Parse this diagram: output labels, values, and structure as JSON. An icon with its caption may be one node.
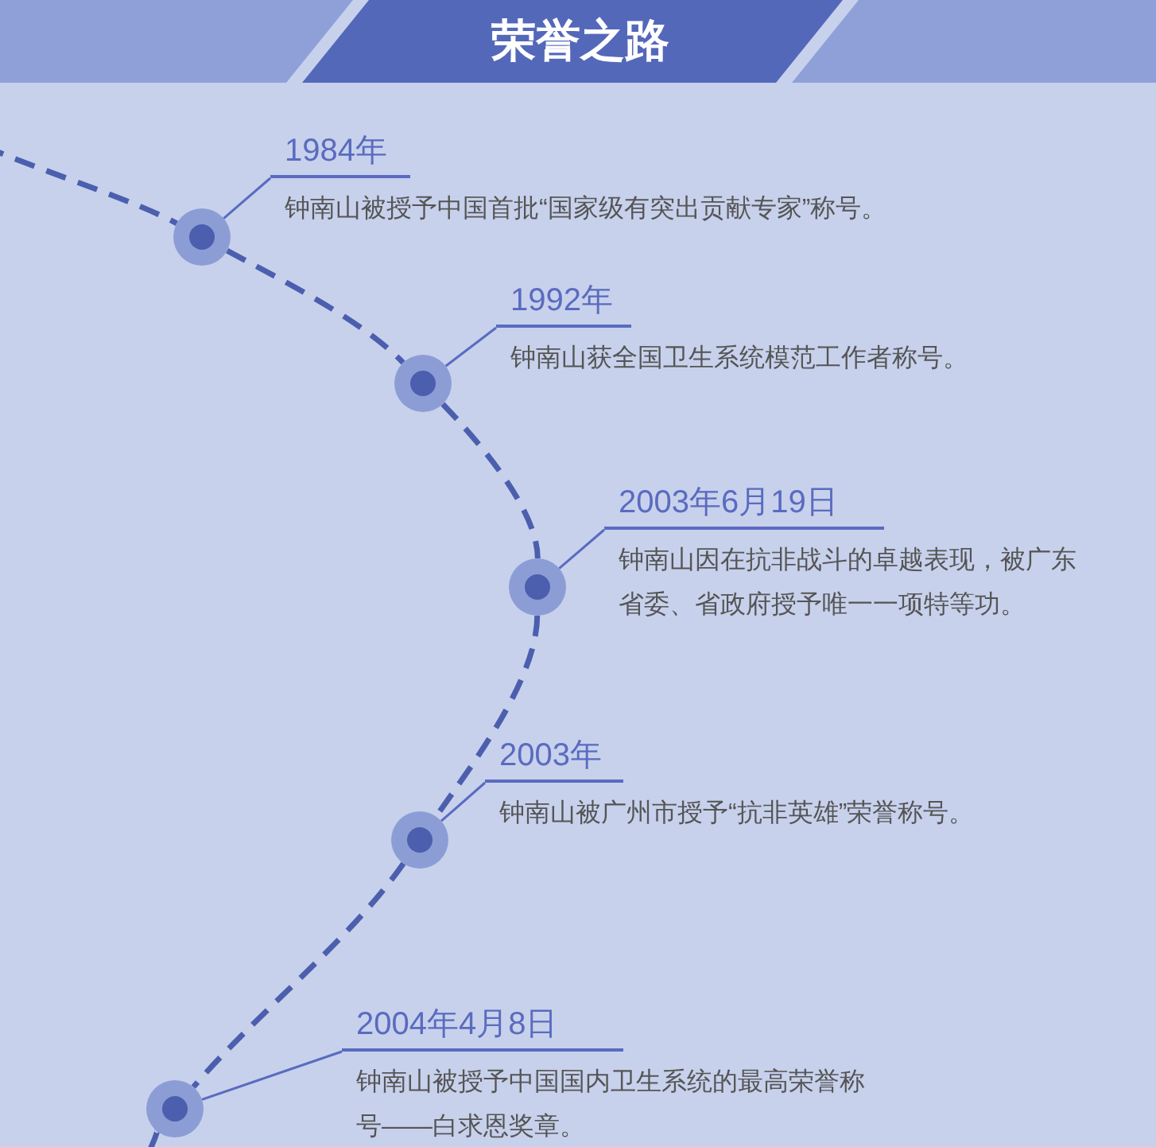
{
  "diagram": {
    "title": "荣誉之路",
    "nodes": [
      {
        "text": [],
        "shape": "circle"
      },
      {
        "text": [
          "1984年",
          "钟南山被授予中国首批“国家级有突出贡献专家”称号。"
        ]
      },
      {
        "text": [],
        "shape": "circle"
      },
      {
        "text": [
          "1992年",
          "钟南山获全国卫生系统模范工作者称号。"
        ]
      },
      {
        "text": [],
        "shape": "circle"
      },
      {
        "text": [
          "2003年6月19日",
          "钟南山因在抗非战斗的卓越表现，被广东省委、省政府授予唯一一项特等功。"
        ]
      },
      {
        "text": [],
        "shape": "circle"
      },
      {
        "text": [
          "2003年",
          "钟南山被广州市授予“抗非英雄”荣誉称号。"
        ]
      },
      {
        "text": [],
        "shape": "circle"
      },
      {
        "text": [
          "2004年4月8日",
          "钟南山被授予中国国内卫生系统的最高荣誉称号——白求恩奖章。"
        ]
      }
    ],
    "edges": [
      {
        "from": null,
        "to": 0,
        "arrow": "none",
        "style": "dashed"
      },
      {
        "from": 0,
        "to": 2,
        "arrow": "none",
        "style": "dashed"
      },
      {
        "from": 2,
        "to": 4,
        "arrow": "none",
        "style": "dashed"
      },
      {
        "from": 4,
        "to": 6,
        "arrow": "none",
        "style": "dashed"
      },
      {
        "from": 6,
        "to": 8,
        "arrow": "none",
        "style": "dashed"
      },
      {
        "from": 8,
        "to": null,
        "arrow": "none",
        "style": "dashed"
      },
      {
        "from": 1,
        "to": 0,
        "arrow": "none"
      },
      {
        "from": 3,
        "to": 2,
        "arrow": "none"
      },
      {
        "from": 5,
        "to": 4,
        "arrow": "none"
      },
      {
        "from": 7,
        "to": 6,
        "arrow": "none"
      },
      {
        "from": 9,
        "to": 8,
        "arrow": "none"
      }
    ]
  }
}
